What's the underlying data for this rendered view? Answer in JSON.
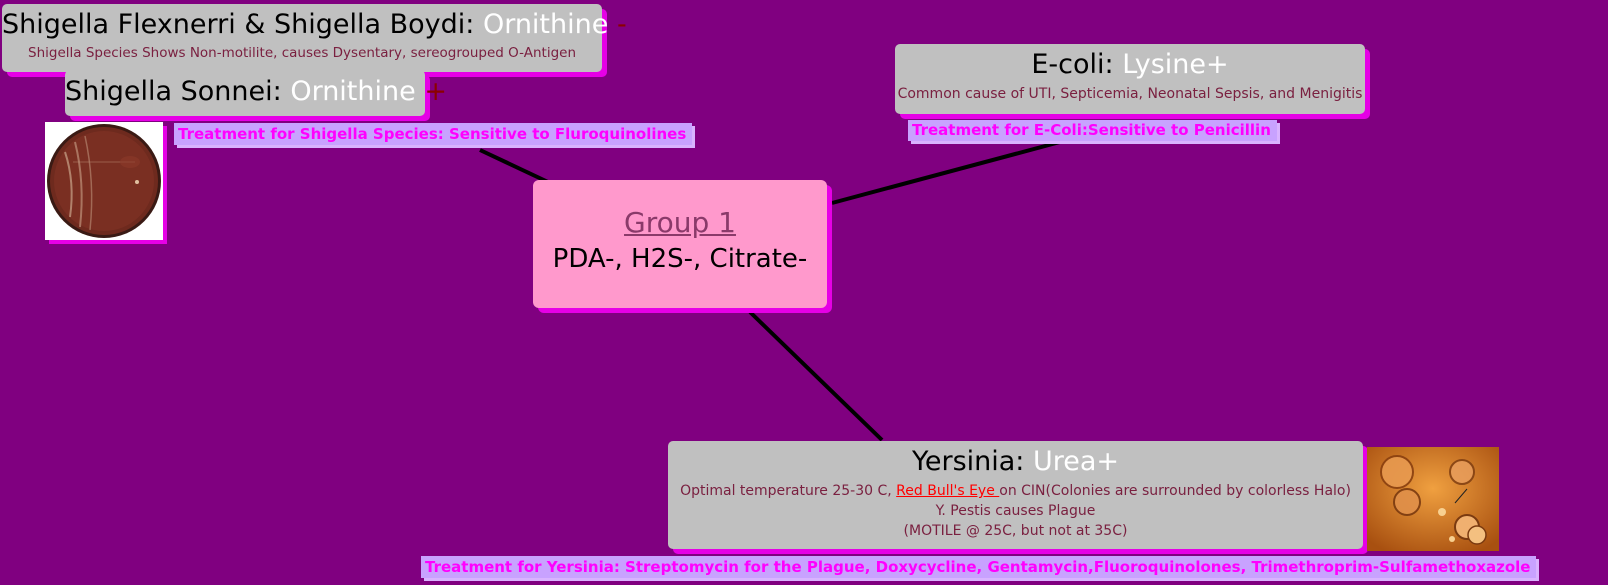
{
  "center": {
    "title": "Group 1",
    "subtitle": "PDA-, H2S-, Citrate-"
  },
  "shigella": {
    "title_prefix": "Shigella Flexnerri & Shigella Boydi: ",
    "title_test": "Ornithine",
    "title_result": " -",
    "description": "Shigella Species Shows Non-motilite, causes Dysentary, sereogrouped O-Antigen",
    "sonnei_prefix": "Shigella Sonnei: ",
    "sonnei_test": "Ornithine",
    "sonnei_result": " +",
    "treatment": "Treatment for Shigella Species: Sensitive to Fluroquinolines"
  },
  "ecoli": {
    "title_prefix": "E-coli: ",
    "title_test": "Lysine+",
    "description": "Common cause of UTI, Septicemia, Neonatal Sepsis, and Menigitis",
    "treatment": "Treatment for E-Coli:Sensitive to Penicillin"
  },
  "yersinia": {
    "title_prefix": "Yersinia: ",
    "title_test": "Urea+",
    "line1_a": "Optimal temperature 25-30 C, ",
    "line1_link": "Red Bull's Eye ",
    "line1_b": "on CIN(Colonies are surrounded by colorless Halo)",
    "line2": "Y. Pestis causes Plague",
    "line3": "(MOTILE @ 25C, but not at 35C)",
    "treatment": "Treatment for Yersinia: Streptomycin for the Plague, Doxycycline, Gentamycin,Fluoroquinolones, Trimethroprim-Sulfamethoxazole"
  },
  "colors": {
    "background": "#800080",
    "card": "#c0c0c0",
    "center_card": "#ff99cc",
    "card_shadow": "#e600e6",
    "treatment_text": "#ff00ff",
    "treatment_bg": "#c8a2ff"
  }
}
